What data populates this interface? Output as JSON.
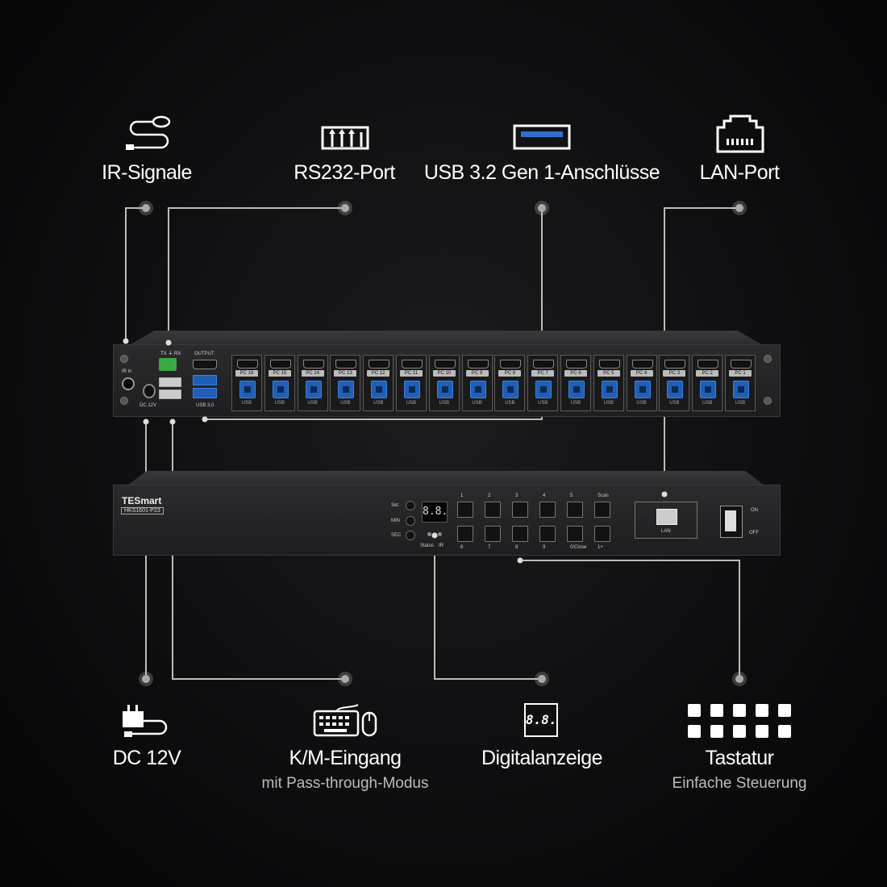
{
  "features": {
    "ir": {
      "label": "IR-Signale",
      "icon": "ir-cable-icon"
    },
    "rs232": {
      "label": "RS232-Port",
      "icon": "rs232-icon"
    },
    "usb": {
      "label": "USB 3.2 Gen 1-Anschlüsse",
      "icon": "usb-port-icon"
    },
    "lan": {
      "label": "LAN-Port",
      "icon": "lan-port-icon"
    },
    "dc": {
      "label": "DC 12V",
      "icon": "power-adapter-icon"
    },
    "km": {
      "label": "K/M-Eingang",
      "sub": "mit Pass-through-Modus",
      "icon": "keyboard-mouse-icon"
    },
    "display": {
      "label": "Digitalanzeige",
      "icon": "digital-display-icon",
      "glyph": "8.8."
    },
    "keypad": {
      "label": "Tastatur",
      "sub": "Einfache Steuerung",
      "icon": "keypad-icon"
    }
  },
  "rear_panel": {
    "ir_in": "IR in",
    "rs232": "TX ⏚ RX",
    "output": "OUTPUT",
    "dc": "DC 12V",
    "usb30": "USB 3.0",
    "usb_label": "USB",
    "pc_ports": [
      "PC 16",
      "PC 15",
      "PC 14",
      "PC 13",
      "PC 12",
      "PC 11",
      "PC 10",
      "PC 9",
      "PC 8",
      "PC 7",
      "PC 6",
      "PC 5",
      "PC 4",
      "PC 3",
      "PC 2",
      "PC 1"
    ]
  },
  "front_panel": {
    "brand": "TESmart",
    "model": "HKS1601-P23",
    "set": "Set",
    "min": "MIN",
    "sec": "SEC",
    "status": "Status",
    "ir": "IR",
    "display": "8.8.",
    "keys_top": [
      "1",
      "2",
      "3",
      "4",
      "5",
      "Scan"
    ],
    "keys_bottom": [
      "6",
      "7",
      "8",
      "9",
      "0/Close",
      "1+"
    ],
    "lan": "LAN",
    "on": "ON",
    "off": "OFF"
  },
  "colors": {
    "accent_usb": "#1f5fb8",
    "terminal_green": "#3aa845"
  }
}
